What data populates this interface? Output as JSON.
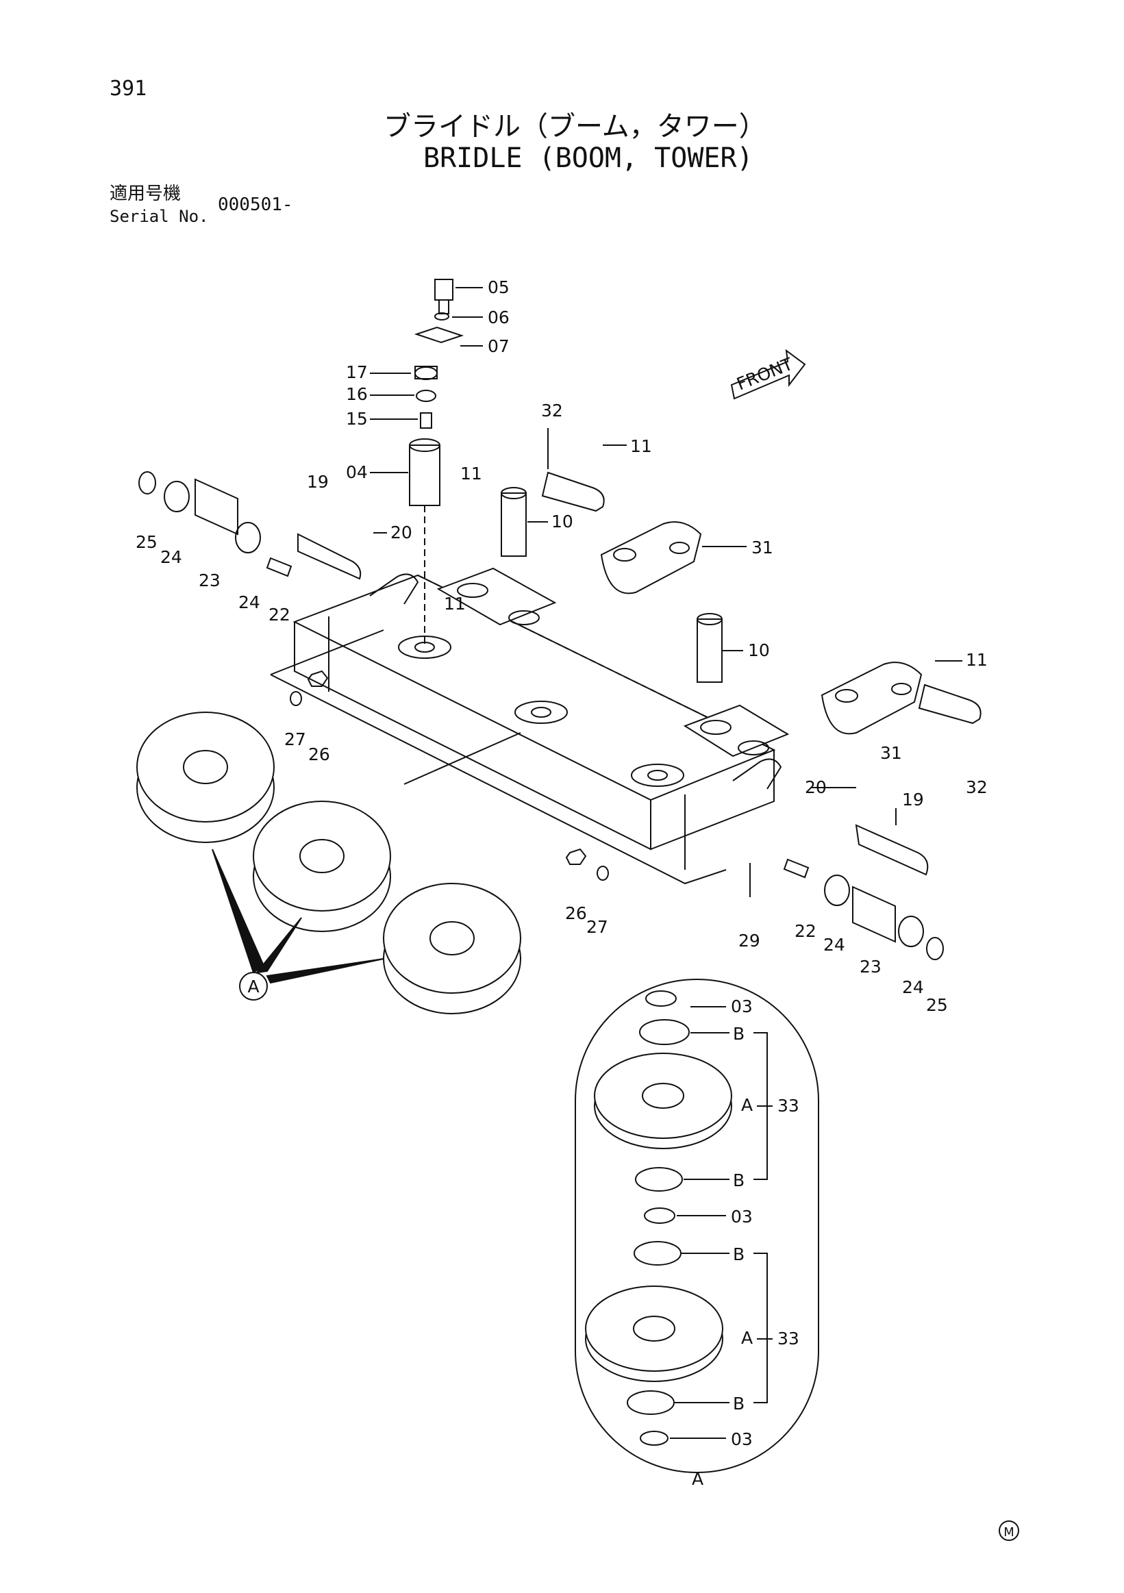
{
  "header": {
    "page_number": "391",
    "title_jp": "ブライドル（ブーム，タワー）",
    "title_en": "BRIDLE (BOOM, TOWER)",
    "serial_label_jp": "適用号機",
    "serial_label_en": "Serial No.",
    "serial_value": "000501-"
  },
  "front_label": "FRONT",
  "footer_mark": "M",
  "callouts": [
    "05",
    "06",
    "07",
    "17",
    "16",
    "15",
    "04",
    "32",
    "11",
    "11",
    "10",
    "19",
    "20",
    "25",
    "24",
    "23",
    "24",
    "22",
    "31",
    "11",
    "10",
    "11",
    "27",
    "26",
    "31",
    "32",
    "20",
    "19",
    "26",
    "27",
    "29",
    "22",
    "24",
    "23",
    "24",
    "25",
    "A",
    "03",
    "B",
    "A",
    "33",
    "B",
    "03",
    "B",
    "A",
    "33",
    "B",
    "03",
    "A"
  ]
}
